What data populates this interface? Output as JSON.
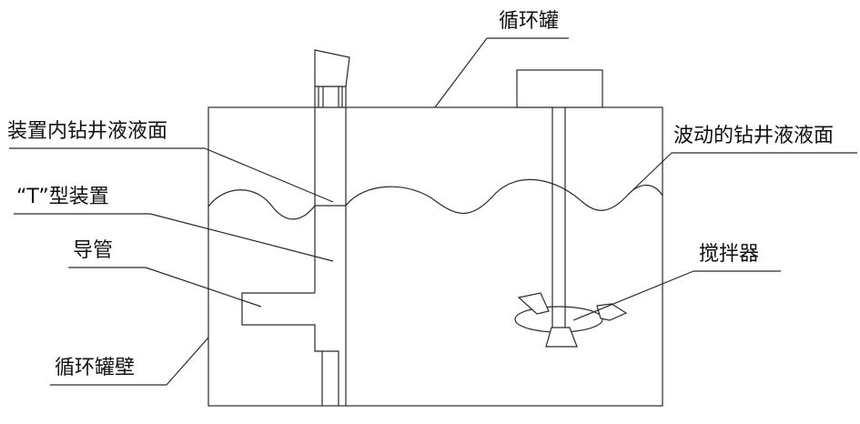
{
  "labels": {
    "circulation_tank": "循环罐",
    "inner_level": "装置内钻井液液面",
    "fluctuating_level": "波动的钻井液液面",
    "t_device": "“T”型装置",
    "guide_pipe": "导管",
    "agitator": "搅拌器",
    "tank_wall": "循环罐壁"
  }
}
